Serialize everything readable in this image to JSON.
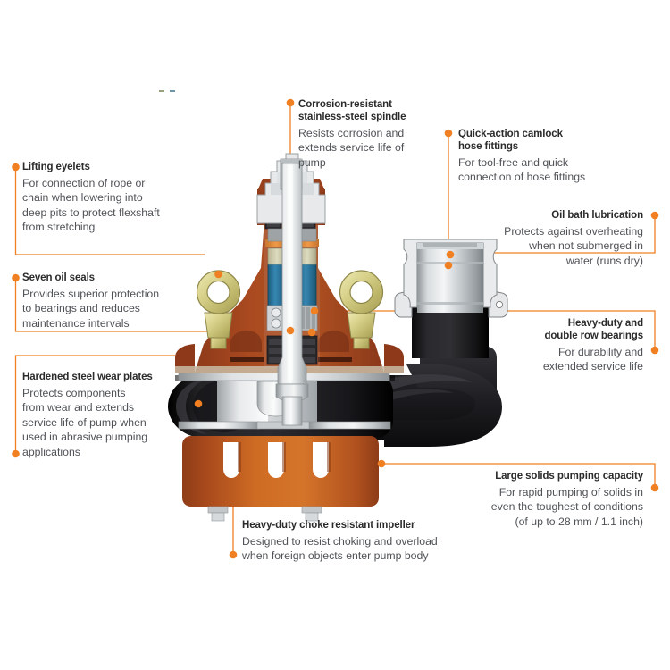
{
  "diagram": {
    "subject": "submersible-pump-cutaway",
    "accent_color": "#f08022",
    "title_color": "#2b2b2b",
    "body_color": "#4f5257",
    "background": "#ffffff"
  },
  "palette": {
    "orange_leader": "#f08022",
    "body_rust": "#a8441f",
    "body_rust_light": "#c4601f",
    "base_orange": "#c4601f",
    "base_orange_light": "#d9752a",
    "black_housing": "#1b1b1d",
    "black_housing_dark": "#0d0d0f",
    "steel_light": "#e3e5e6",
    "steel_mid": "#b9bdbf",
    "steel_dark": "#8f9497",
    "brass_eyelet": "#d4cd8a",
    "brass_eyelet_dark": "#a8a054",
    "motor_blue": "#2f7ea8",
    "motor_blue_dark": "#1d5c7e",
    "seal_black": "#2a2a2c",
    "copper_band": "#e0873a"
  },
  "callouts": [
    {
      "id": "lifting-eyelets",
      "title": "Lifting eyelets",
      "body": "For connection of rope or chain when lowering into deep pits to protect flexshaft from stretching",
      "align": "left"
    },
    {
      "id": "seven-oil-seals",
      "title": "Seven oil seals",
      "body": "Provides superior protection to bearings and reduces maintenance intervals",
      "align": "left"
    },
    {
      "id": "hardened-steel-wear-plates",
      "title": "Hardened steel wear plates",
      "body": "Protects components from wear and extends service life of pump when used in abrasive pumping applications",
      "align": "left"
    },
    {
      "id": "corrosion-resistant-spindle",
      "title": "Corrosion-resistant stainless-steel spindle",
      "body": "Resists corrosion and extends service life of pump",
      "align": "left"
    },
    {
      "id": "quick-action-camlock",
      "title": "Quick-action camlock hose fittings",
      "body": "For tool-free and quick connection of hose fittings",
      "align": "left"
    },
    {
      "id": "oil-bath-lubrication",
      "title": "Oil bath lubrication",
      "body": "Protects against overheating when not submerged in water (runs dry)",
      "align": "right"
    },
    {
      "id": "heavy-duty-bearings",
      "title": "Heavy-duty and double row bearings",
      "body": "For durability and extended service life",
      "align": "right"
    },
    {
      "id": "large-solids-capacity",
      "title": "Large solids pumping capacity",
      "body": "For rapid pumping of solids in even the toughest of conditions (of up to 28 mm / 1.1 inch)",
      "align": "right"
    },
    {
      "id": "choke-resistant-impeller",
      "title": "Heavy-duty choke resistant impeller",
      "body": "Designed to resist choking and overload when foreign objects enter pump body",
      "align": "left"
    }
  ],
  "callout_text": {
    "lifting_eyelets_title": "Lifting eyelets",
    "lifting_eyelets_l1": "For connection of rope or",
    "lifting_eyelets_l2": "chain when lowering into",
    "lifting_eyelets_l3": "deep pits to protect flexshaft",
    "lifting_eyelets_l4": "from stretching",
    "oil_seals_title": "Seven oil seals",
    "oil_seals_l1": "Provides superior protection",
    "oil_seals_l2": "to bearings and reduces",
    "oil_seals_l3": "maintenance intervals",
    "wear_plates_title": "Hardened steel wear plates",
    "wear_plates_l1": "Protects components",
    "wear_plates_l2": "from wear and extends",
    "wear_plates_l3": "service life of pump when",
    "wear_plates_l4": "used in abrasive pumping",
    "wear_plates_l5": "applications",
    "spindle_title_l1": "Corrosion-resistant",
    "spindle_title_l2": "stainless-steel spindle",
    "spindle_l1": "Resists corrosion and",
    "spindle_l2": "extends service life of",
    "spindle_l3": "pump",
    "camlock_title_l1": "Quick-action camlock",
    "camlock_title_l2": "hose fittings",
    "camlock_l1": "For tool-free and quick",
    "camlock_l2": "connection of hose fittings",
    "oilbath_title": "Oil bath lubrication",
    "oilbath_l1": "Protects against overheating",
    "oilbath_l2": "when not submerged in",
    "oilbath_l3": "water (runs dry)",
    "bearings_title_l1": "Heavy-duty and",
    "bearings_title_l2": "double row bearings",
    "bearings_l1": "For durability and",
    "bearings_l2": "extended service life",
    "solids_title": "Large solids pumping capacity",
    "solids_l1": "For rapid pumping of solids in",
    "solids_l2": "even the toughest of conditions",
    "solids_l3": "(of up to 28 mm / 1.1 inch)",
    "impeller_title": "Heavy-duty choke resistant impeller",
    "impeller_l1": "Designed to resist choking and overload",
    "impeller_l2": "when foreign objects enter pump body"
  }
}
